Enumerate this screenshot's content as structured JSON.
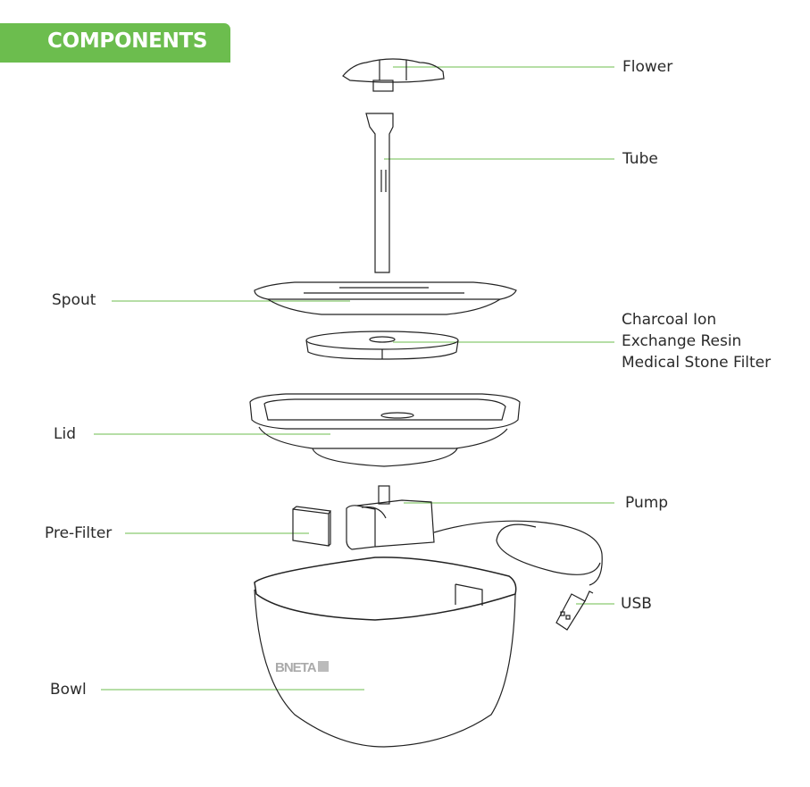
{
  "header": {
    "title": "COMPONENTS"
  },
  "colors": {
    "accent": "#6cbd4e",
    "leader_line": "#6cbd4e",
    "outline": "#222222"
  },
  "brand_logo": "BNETA",
  "labels": {
    "flower": "Flower",
    "tube": "Tube",
    "spout": "Spout",
    "filter_line1": "Charcoal Ion",
    "filter_line2": "Exchange Resin",
    "filter_line3": "Medical Stone Filter",
    "lid": "Lid",
    "pump": "Pump",
    "pre_filter": "Pre-Filter",
    "usb": "USB",
    "bowl": "Bowl"
  }
}
